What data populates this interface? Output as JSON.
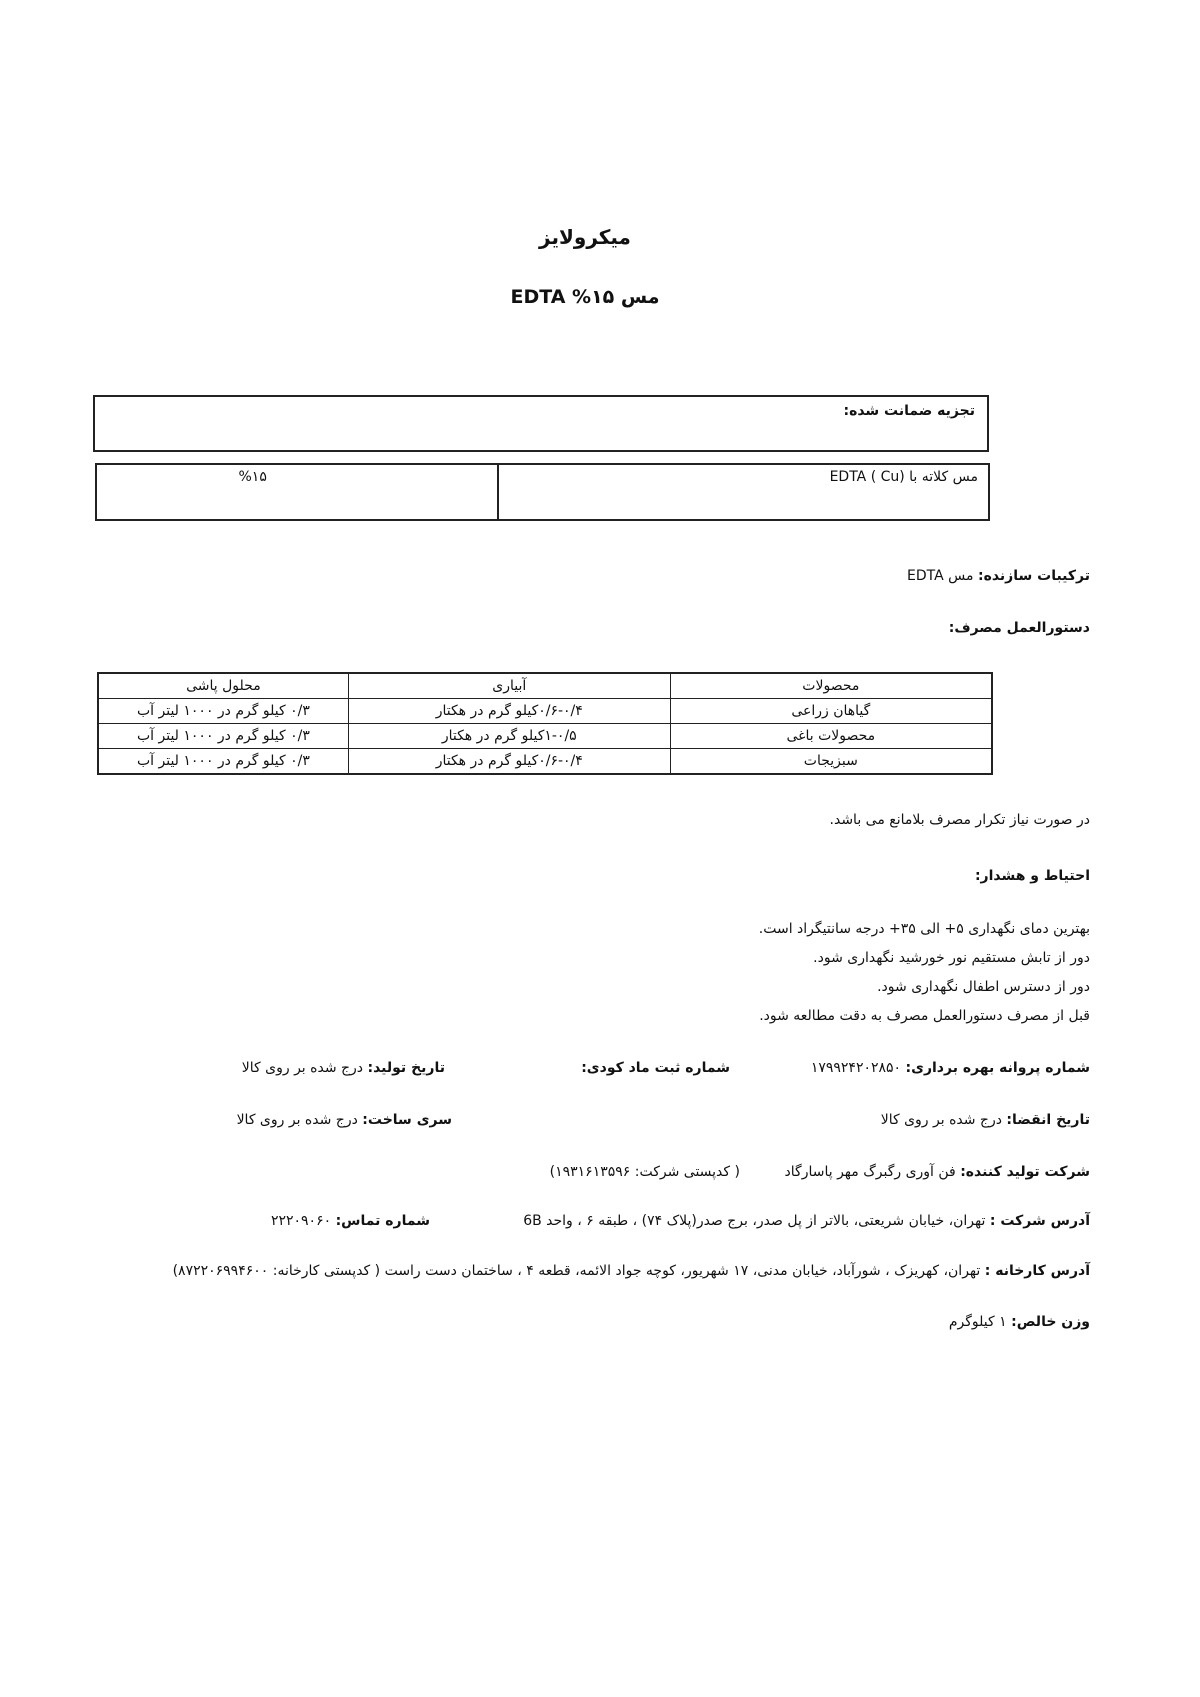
{
  "document": {
    "title": "میکرولایز",
    "subtitle": "مس ۱۵% EDTA"
  },
  "analysis": {
    "header": "تجزیه ضمانت شده:",
    "item_label": "مس کلاته با  EDTA ( Cu)",
    "item_value": "%۱۵"
  },
  "composition": {
    "label": "ترکیبات سازنده:",
    "value": "مس EDTA"
  },
  "usage": {
    "label": "دستورالعمل مصرف:",
    "headers": [
      "محصولات",
      "آبیاری",
      "محلول پاشی"
    ],
    "rows": [
      [
        "گیاهان زراعی",
        "۰/۶-۰/۴کیلو گرم در هکتار",
        "۰/۳ کیلو گرم در  ۱۰۰۰ لیتر آب"
      ],
      [
        "محصولات باغی",
        "۱-۰/۵کیلو گرم در هکتار",
        "۰/۳ کیلو گرم در  ۱۰۰۰ لیتر آب"
      ],
      [
        "سبزیجات",
        "۰/۶-۰/۴کیلو گرم در هکتار",
        "۰/۳ کیلو گرم در  ۱۰۰۰ لیتر آب"
      ]
    ],
    "note": "در صورت نیاز تکرار مصرف بلامانع می باشد."
  },
  "warnings": {
    "label": "احتیاط و هشدار:",
    "items": [
      "بهترین دمای نگهداری ۵+ الی ۳۵+ درجه سانتیگراد است.",
      "دور از تابش مستقیم نور خورشید نگهداری شود.",
      "دور از دسترس اطفال نگهداری شود.",
      "قبل از مصرف دستورالعمل مصرف به دقت مطالعه شود."
    ]
  },
  "info": {
    "license_label": "شماره پروانه بهره برداری:",
    "license_value": "۱۷۹۹۲۴۲۰۲۸۵۰",
    "registration_label": "شماره ثبت ماد کودی:",
    "production_date_label": "تاریخ تولید:",
    "production_date_value": "درج شده بر روی کالا",
    "expiry_label": "تاریخ انقضا:",
    "expiry_value": "درج شده بر روی کالا",
    "batch_label": "سری ساخت:",
    "batch_value": "درج شده بر روی کالا",
    "manufacturer_label": "شرکت تولید کننده:",
    "manufacturer_value": "فن آوری رگبرگ مهر پاسارگاد",
    "company_postal": "( کدپستی شرکت:  ۱۹۳۱۶۱۳۵۹۶)",
    "company_address_label": "آدرس شرکت :",
    "company_address_value": "تهران، خیابان  شریعتی، بالاتر از پل صدر، برج  صدر(پلاک ۷۴) ، طبقه ۶ ، واحد  6B",
    "phone_label": "شماره تماس:",
    "phone_value": "۲۲۲۰۹۰۶۰",
    "factory_address_label": "آدرس کارخانه :",
    "factory_address_value": "تهران، کهریزک ، شورآباد، خیابان مدنی، ۱۷ شهریور، کوچه جواد الائمه، قطعه ۴ ، ساختمان دست راست  ( کدپستی کارخانه:  ۸۷۲۲۰۶۹۹۴۶۰۰)",
    "net_weight_label": "وزن خالص:",
    "net_weight_value": "۱ کیلوگرم"
  }
}
